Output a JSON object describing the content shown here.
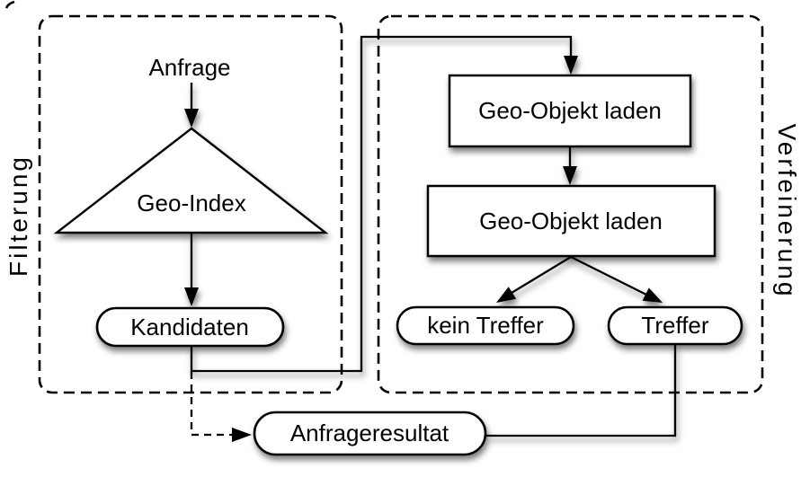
{
  "diagram": {
    "title": "Geo query processing flow (filtering and refinement)",
    "colors": {
      "background": "#ffffff",
      "stroke": "#000000",
      "node_fill": "#ffffff",
      "shadow": "rgba(0,0,0,0.5)"
    },
    "left_group": {
      "label": "Filterung"
    },
    "right_group": {
      "label": "Verfeinerung"
    },
    "nodes": {
      "anfrage": {
        "label": "Anfrage",
        "type": "plain-text"
      },
      "geo_index": {
        "label": "Geo-Index",
        "type": "triangle"
      },
      "kandidaten": {
        "label": "Kandidaten",
        "type": "stadium"
      },
      "geo_objekt_laden_1": {
        "label": "Geo-Objekt laden",
        "type": "rect"
      },
      "geo_objekt_laden_2": {
        "label": "Geo-Objekt laden",
        "type": "rect"
      },
      "kein_treffer": {
        "label": "kein Treffer",
        "type": "stadium"
      },
      "treffer": {
        "label": "Treffer",
        "type": "stadium"
      },
      "anfrageresultat": {
        "label": "Anfrageresultat",
        "type": "stadium"
      }
    },
    "edges": [
      {
        "from": "Anfrage",
        "to": "Geo-Index",
        "style": "solid-arrow"
      },
      {
        "from": "Geo-Index",
        "to": "Kandidaten",
        "style": "solid-arrow"
      },
      {
        "from": "Kandidaten",
        "to": "Geo-Objekt laden (1)",
        "style": "solid-arrow-routed"
      },
      {
        "from": "Geo-Objekt laden (1)",
        "to": "Geo-Objekt laden (2)",
        "style": "solid-arrow"
      },
      {
        "from": "Geo-Objekt laden (2)",
        "to": "kein Treffer",
        "style": "solid-arrow"
      },
      {
        "from": "Geo-Objekt laden (2)",
        "to": "Treffer",
        "style": "solid-arrow"
      },
      {
        "from": "Kandidaten",
        "to": "Anfrageresultat",
        "style": "dashed-arrow"
      },
      {
        "from": "Treffer",
        "to": "Anfrageresultat",
        "style": "solid-line"
      }
    ]
  }
}
